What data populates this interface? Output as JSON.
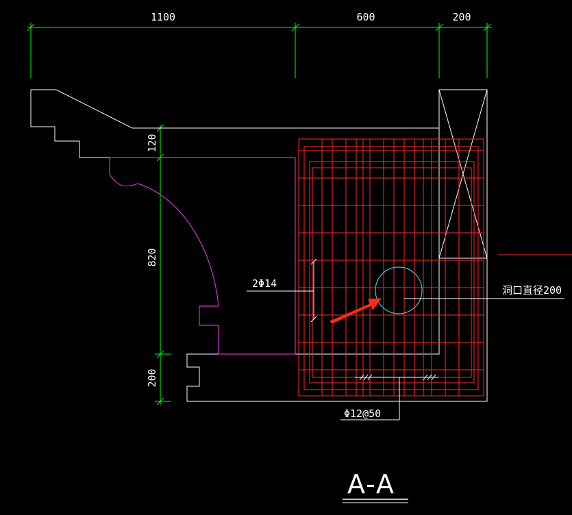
{
  "drawing": {
    "title": "A-A",
    "dimensions": {
      "top_1": "1100",
      "top_2": "600",
      "top_3": "200",
      "left_1": "120",
      "left_2": "820",
      "left_3": "200"
    },
    "annotations": {
      "rebar_vertical": "2Φ14",
      "hole": "洞口直径200",
      "stirrup": "Φ12@50"
    }
  },
  "colors": {
    "background": "#000000",
    "outline": "#ffffff",
    "dimension": "#00ff00",
    "rebar": "#ff2a2a",
    "profile": "#cc33cc",
    "hole": "#33cccc",
    "arrow": "#ff2a1a"
  }
}
